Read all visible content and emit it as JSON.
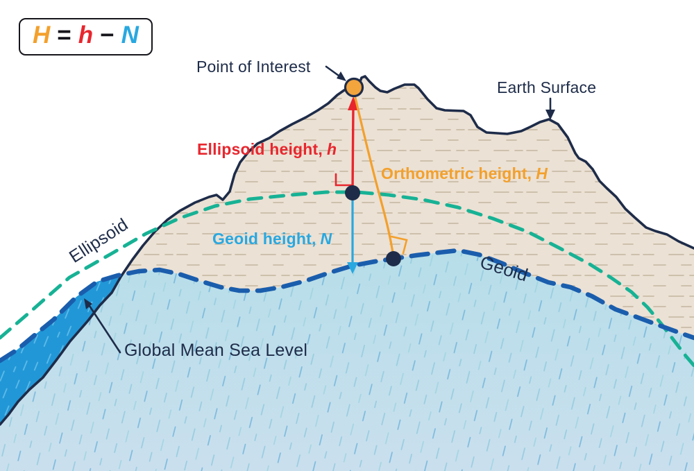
{
  "formula": {
    "H": "H",
    "eq": "=",
    "h": "h",
    "minus": "−",
    "N": "N"
  },
  "labels": {
    "point_of_interest": "Point of Interest",
    "earth_surface": "Earth Surface",
    "ellipsoid_height_text": "Ellipsoid height,",
    "ellipsoid_height_symbol": "h",
    "orthometric_height_text": "Orthometric height,",
    "orthometric_height_symbol": "H",
    "geoid_height_text": "Geoid height,",
    "geoid_height_symbol": "N",
    "ellipsoid": "Ellipsoid",
    "geoid": "Geoid",
    "global_mean_sea_level": "Global Mean Sea Level"
  },
  "colors": {
    "orthometric_orange": "#f3a02c",
    "ellipsoid_red": "#e8262e",
    "geoid_height_blue": "#29a8e0",
    "ellipsoid_curve_teal": "#17b295",
    "geoid_curve_blue": "#1a5dad",
    "earth_outline_navy": "#1e2c49",
    "earth_fill_beige": "#ebe1d4",
    "water_fill": "#bde0ea",
    "sea_wedge_blue": "#2197d7",
    "poi_fill": "#f2a43d"
  }
}
